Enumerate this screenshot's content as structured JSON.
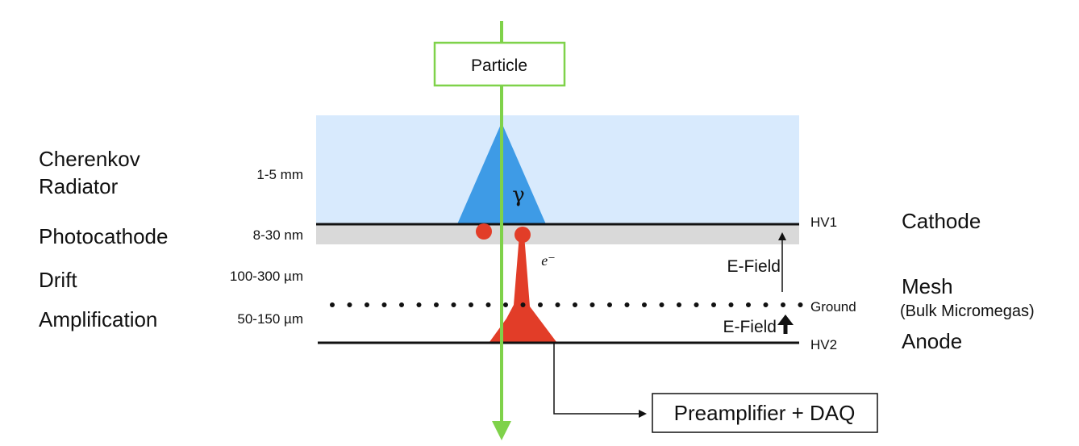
{
  "layers": {
    "radiator": "Cherenkov\nRadiator",
    "photocathode": "Photocathode",
    "drift": "Drift",
    "amplification": "Amplification"
  },
  "thickness": {
    "radiator": "1-5 mm",
    "photocathode": "8-30 nm",
    "drift": "100-300 µm",
    "amplification": "50-150 µm"
  },
  "potentials": {
    "hv1": "HV1",
    "ground": "Ground",
    "hv2": "HV2"
  },
  "electrodes": {
    "cathode": "Cathode",
    "mesh": "Mesh",
    "mesh_sub": "(Bulk Micromegas)",
    "anode": "Anode"
  },
  "field": {
    "drift": "E-Field",
    "amplification": "E-Field"
  },
  "symbols": {
    "photon": "γ",
    "electron": "e⁻"
  },
  "particle_label": "Particle",
  "readout_label": "Preamplifier + DAQ",
  "colors": {
    "radiator": "#d8eafd",
    "photocathode": "#d9d9d9",
    "cone": "#3e9be6",
    "avalanche": "#e23d28",
    "particle": "#7fd24a"
  }
}
